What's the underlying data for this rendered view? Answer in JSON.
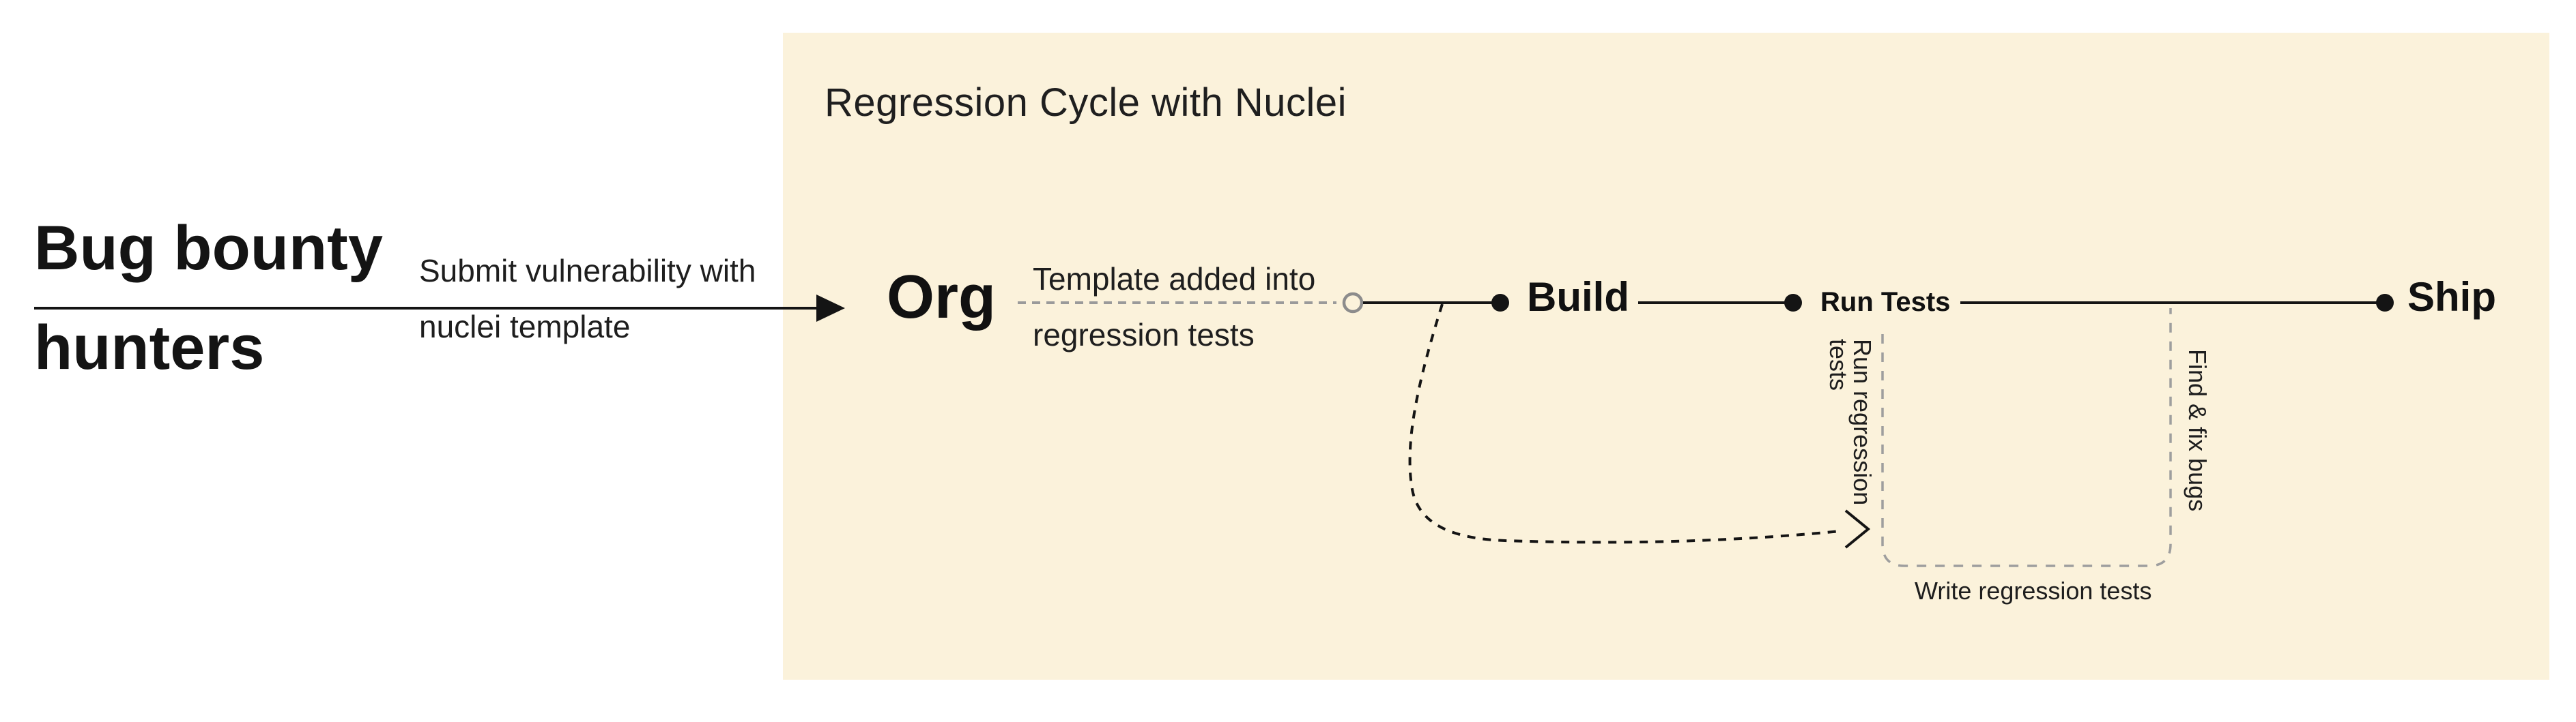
{
  "colors": {
    "page_bg": "#ffffff",
    "panel_bg": "#fbf2db",
    "ink": "#1c1c1c",
    "line_black": "#141414",
    "dash_gray": "#9a9a9a",
    "circle_stroke": "#8c8c8c"
  },
  "left_region": {
    "actor_line1": "Bug bounty",
    "actor_line2": "hunters",
    "arrow_label_line1": "Submit vulnerability with",
    "arrow_label_line2": "nuclei template"
  },
  "panel": {
    "title": "Regression Cycle with Nuclei",
    "nodes": {
      "org": "Org",
      "build": "Build",
      "run_tests": "Run Tests",
      "ship": "Ship"
    },
    "template_label_line1": "Template added into",
    "template_label_line2": "regression tests",
    "run_regression_label_line1": "Run regression",
    "run_regression_label_line2": "tests",
    "find_fix_label": "Find & fix bugs",
    "write_tests_label": "Write regression tests"
  }
}
